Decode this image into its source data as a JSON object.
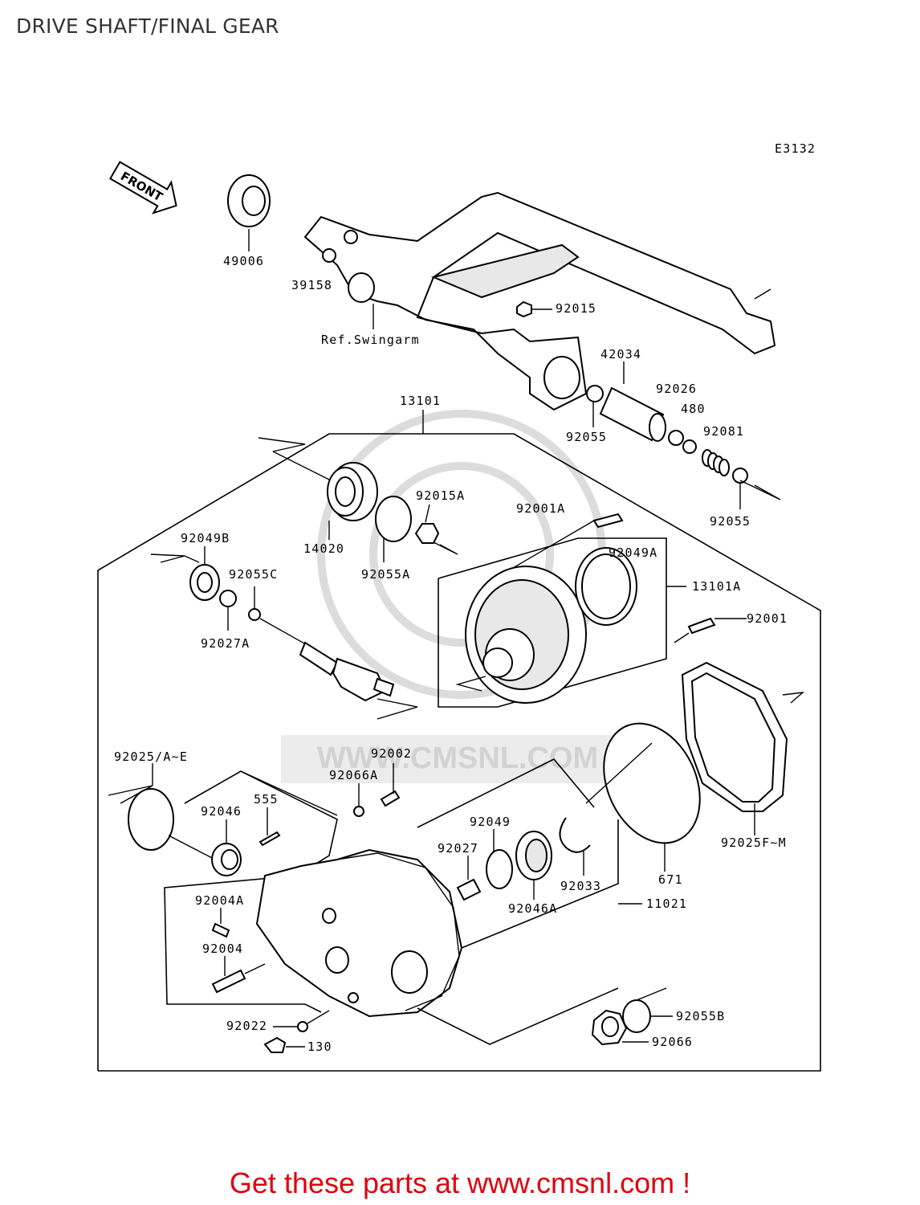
{
  "page": {
    "title": "DRIVE SHAFT/FINAL GEAR",
    "cta": "Get these parts at www.cmsnl.com !"
  },
  "diagram": {
    "code": "E3132",
    "front_label": "FRONT",
    "watermark": "WWW.CMSNL.COM",
    "ref_label": "Ref.Swingarm",
    "parts": [
      "49006",
      "39158",
      "92015",
      "42034",
      "92026",
      "480",
      "92081",
      "92055",
      "92055",
      "13101",
      "14020",
      "92055A",
      "92015A",
      "92001A",
      "92049B",
      "92055C",
      "92027A",
      "92049A",
      "13101A",
      "92001",
      "92025/A~E",
      "92002",
      "92066A",
      "92046",
      "555",
      "92049",
      "92027",
      "92046A",
      "92033",
      "671",
      "92025F~M",
      "11021",
      "92004A",
      "92004",
      "92022",
      "130",
      "92055B",
      "92066"
    ]
  }
}
